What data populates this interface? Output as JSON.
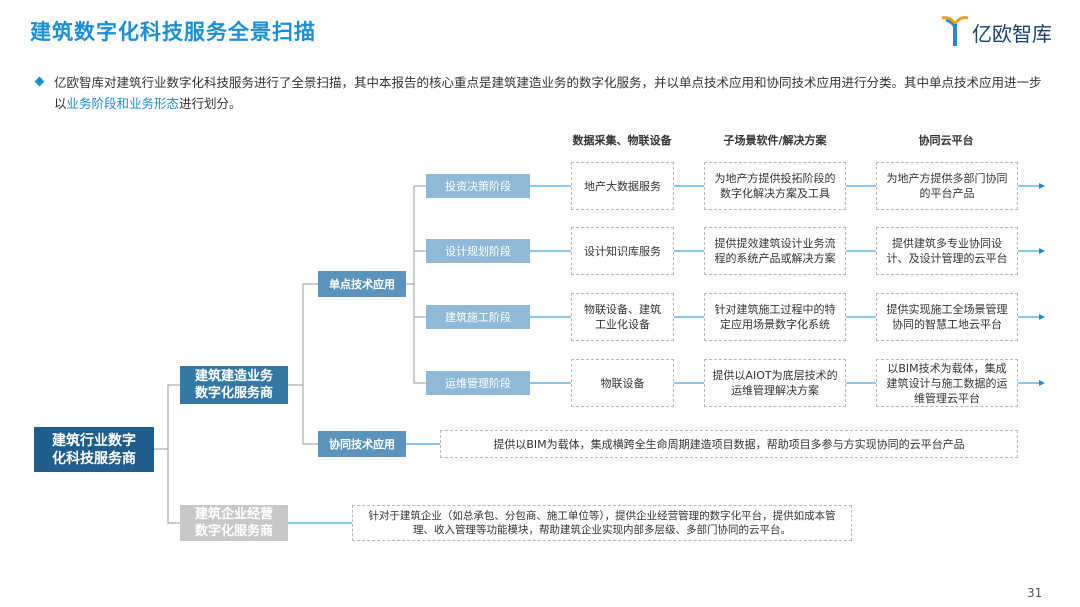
{
  "title": "建筑数字化科技服务全景扫描",
  "brand": {
    "name": "亿欧智库",
    "color": "#1a8fd8"
  },
  "intro": {
    "before": "亿欧智库对建筑行业数字化科技服务进行了全景扫描，其中本报告的核心重点是建筑建造业务的数字化服务，并以单点技术应用和协同技术应用进行分类。其中单点技术应用进一步以",
    "highlight": "业务阶段和业务形态",
    "after": "进行划分。"
  },
  "columns": [
    "数据采集、物联设备",
    "子场景软件/解决方案",
    "协同云平台"
  ],
  "root": "建筑行业数字化科技服务商",
  "branch_construction": "建筑建造业务数字化服务商",
  "branch_enterprise": "建筑企业经营数字化服务商",
  "single_point": "单点技术应用",
  "collab": "协同技术应用",
  "stages": [
    {
      "name": "投资决策阶段",
      "data": "地产大数据服务",
      "software": "为地产方提供投拓阶段的数字化解决方案及工具",
      "cloud": "为地产方提供多部门协同的平台产品"
    },
    {
      "name": "设计规划阶段",
      "data": "设计知识库服务",
      "software": "提供提效建筑设计业务流程的系统产品或解决方案",
      "cloud": "提供建筑多专业协同设计、及设计管理的云平台"
    },
    {
      "name": "建筑施工阶段",
      "data": "物联设备、建筑工业化设备",
      "software": "针对建筑施工过程中的特定应用场景数字化系统",
      "cloud": "提供实现施工全场景管理协同的智慧工地云平台"
    },
    {
      "name": "运维管理阶段",
      "data": "物联设备",
      "software": "提供以AIOT为底层技术的运维管理解决方案",
      "cloud": "以BIM技术为载体，集成建筑设计与施工数据的运维管理云平台"
    }
  ],
  "collab_desc": "提供以BIM为载体，集成横跨全生命周期建造项目数据，帮助项目多参与方实现协同的云平台产品",
  "enterprise_desc": "针对于建筑企业（如总承包、分包商、施工单位等），提供企业经营管理的数字化平台，提供如成本管理、收入管理等功能模块，帮助建筑企业实现内部多层级、多部门协同的云平台。",
  "page_number": "31"
}
